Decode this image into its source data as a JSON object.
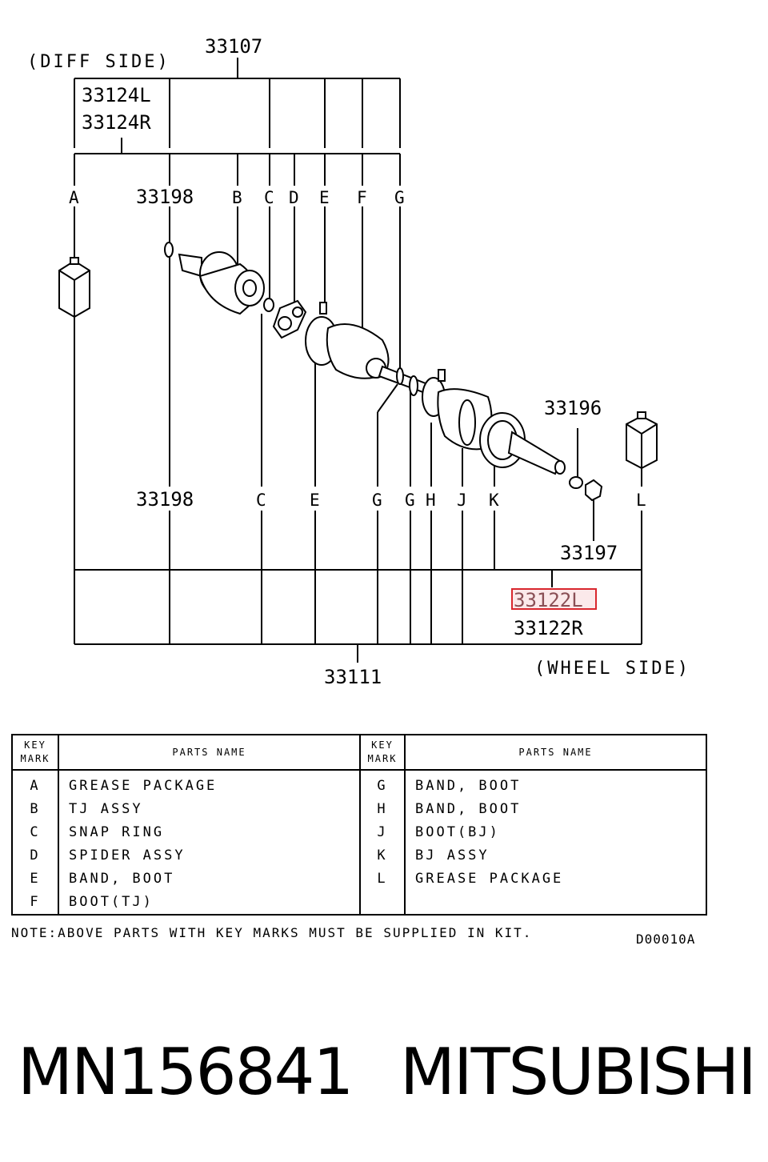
{
  "diagram": {
    "diff_side": "(DIFF SIDE)",
    "wheel_side": "(WHEEL SIDE)",
    "numbers": {
      "n33107": "33107",
      "n33124l": "33124L",
      "n33124r": "33124R",
      "n33198_top": "33198",
      "n33198_bottom": "33198",
      "n33196": "33196",
      "n33197": "33197",
      "n33122l": "33122L",
      "n33122r": "33122R",
      "n33111": "33111"
    },
    "top_keys": [
      "A",
      "B",
      "C",
      "D",
      "E",
      "F",
      "G"
    ],
    "bottom_keys": [
      "C",
      "E",
      "G",
      "G",
      "H",
      "J",
      "K",
      "L"
    ],
    "highlight_color": "#d9272e"
  },
  "table": {
    "header_key": [
      "KEY",
      "MARK"
    ],
    "header_name": "PARTS NAME",
    "rows": [
      {
        "key1": "A",
        "name1": "GREASE PACKAGE",
        "key2": "G",
        "name2": "BAND, BOOT"
      },
      {
        "key1": "B",
        "name1": "TJ ASSY",
        "key2": "H",
        "name2": "BAND, BOOT"
      },
      {
        "key1": "C",
        "name1": "SNAP RING",
        "key2": "J",
        "name2": "BOOT(BJ)"
      },
      {
        "key1": "D",
        "name1": "SPIDER ASSY",
        "key2": "K",
        "name2": "BJ ASSY"
      },
      {
        "key1": "E",
        "name1": "BAND, BOOT",
        "key2": "L",
        "name2": "GREASE PACKAGE"
      },
      {
        "key1": "F",
        "name1": "BOOT(TJ)",
        "key2": "",
        "name2": ""
      }
    ]
  },
  "note": "NOTE:ABOVE PARTS WITH KEY MARKS MUST BE SUPPLIED IN KIT.",
  "ref_code": "D00010A",
  "footer": {
    "part_number": "MN156841",
    "brand": "MITSUBISHI"
  }
}
